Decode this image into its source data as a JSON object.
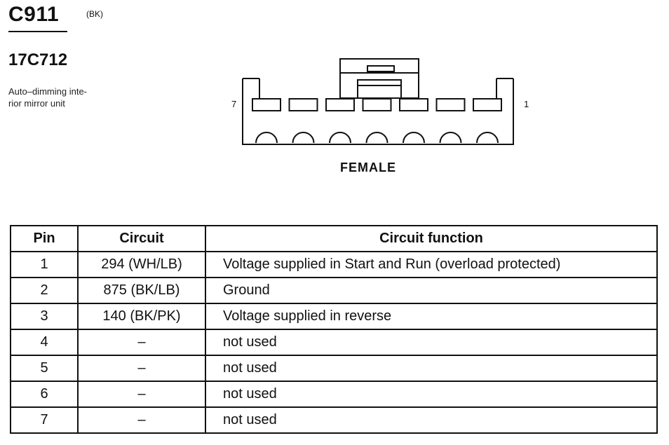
{
  "header": {
    "connector_id": "C911",
    "color_code": "(BK)",
    "part_number": "17C712",
    "description": "Auto–dimming inte-\nrior mirror unit"
  },
  "diagram": {
    "pin_left_label": "7",
    "pin_right_label": "1",
    "gender": "FEMALE",
    "cavity_count": 7
  },
  "table": {
    "headers": [
      "Pin",
      "Circuit",
      "Circuit function"
    ],
    "rows": [
      {
        "pin": "1",
        "circuit": "294 (WH/LB)",
        "function": "Voltage supplied in Start and Run (overload protected)"
      },
      {
        "pin": "2",
        "circuit": "875 (BK/LB)",
        "function": "Ground"
      },
      {
        "pin": "3",
        "circuit": "140 (BK/PK)",
        "function": "Voltage supplied in reverse"
      },
      {
        "pin": "4",
        "circuit": "–",
        "function": "not used"
      },
      {
        "pin": "5",
        "circuit": "–",
        "function": "not used"
      },
      {
        "pin": "6",
        "circuit": "–",
        "function": "not used"
      },
      {
        "pin": "7",
        "circuit": "–",
        "function": "not used"
      }
    ]
  }
}
